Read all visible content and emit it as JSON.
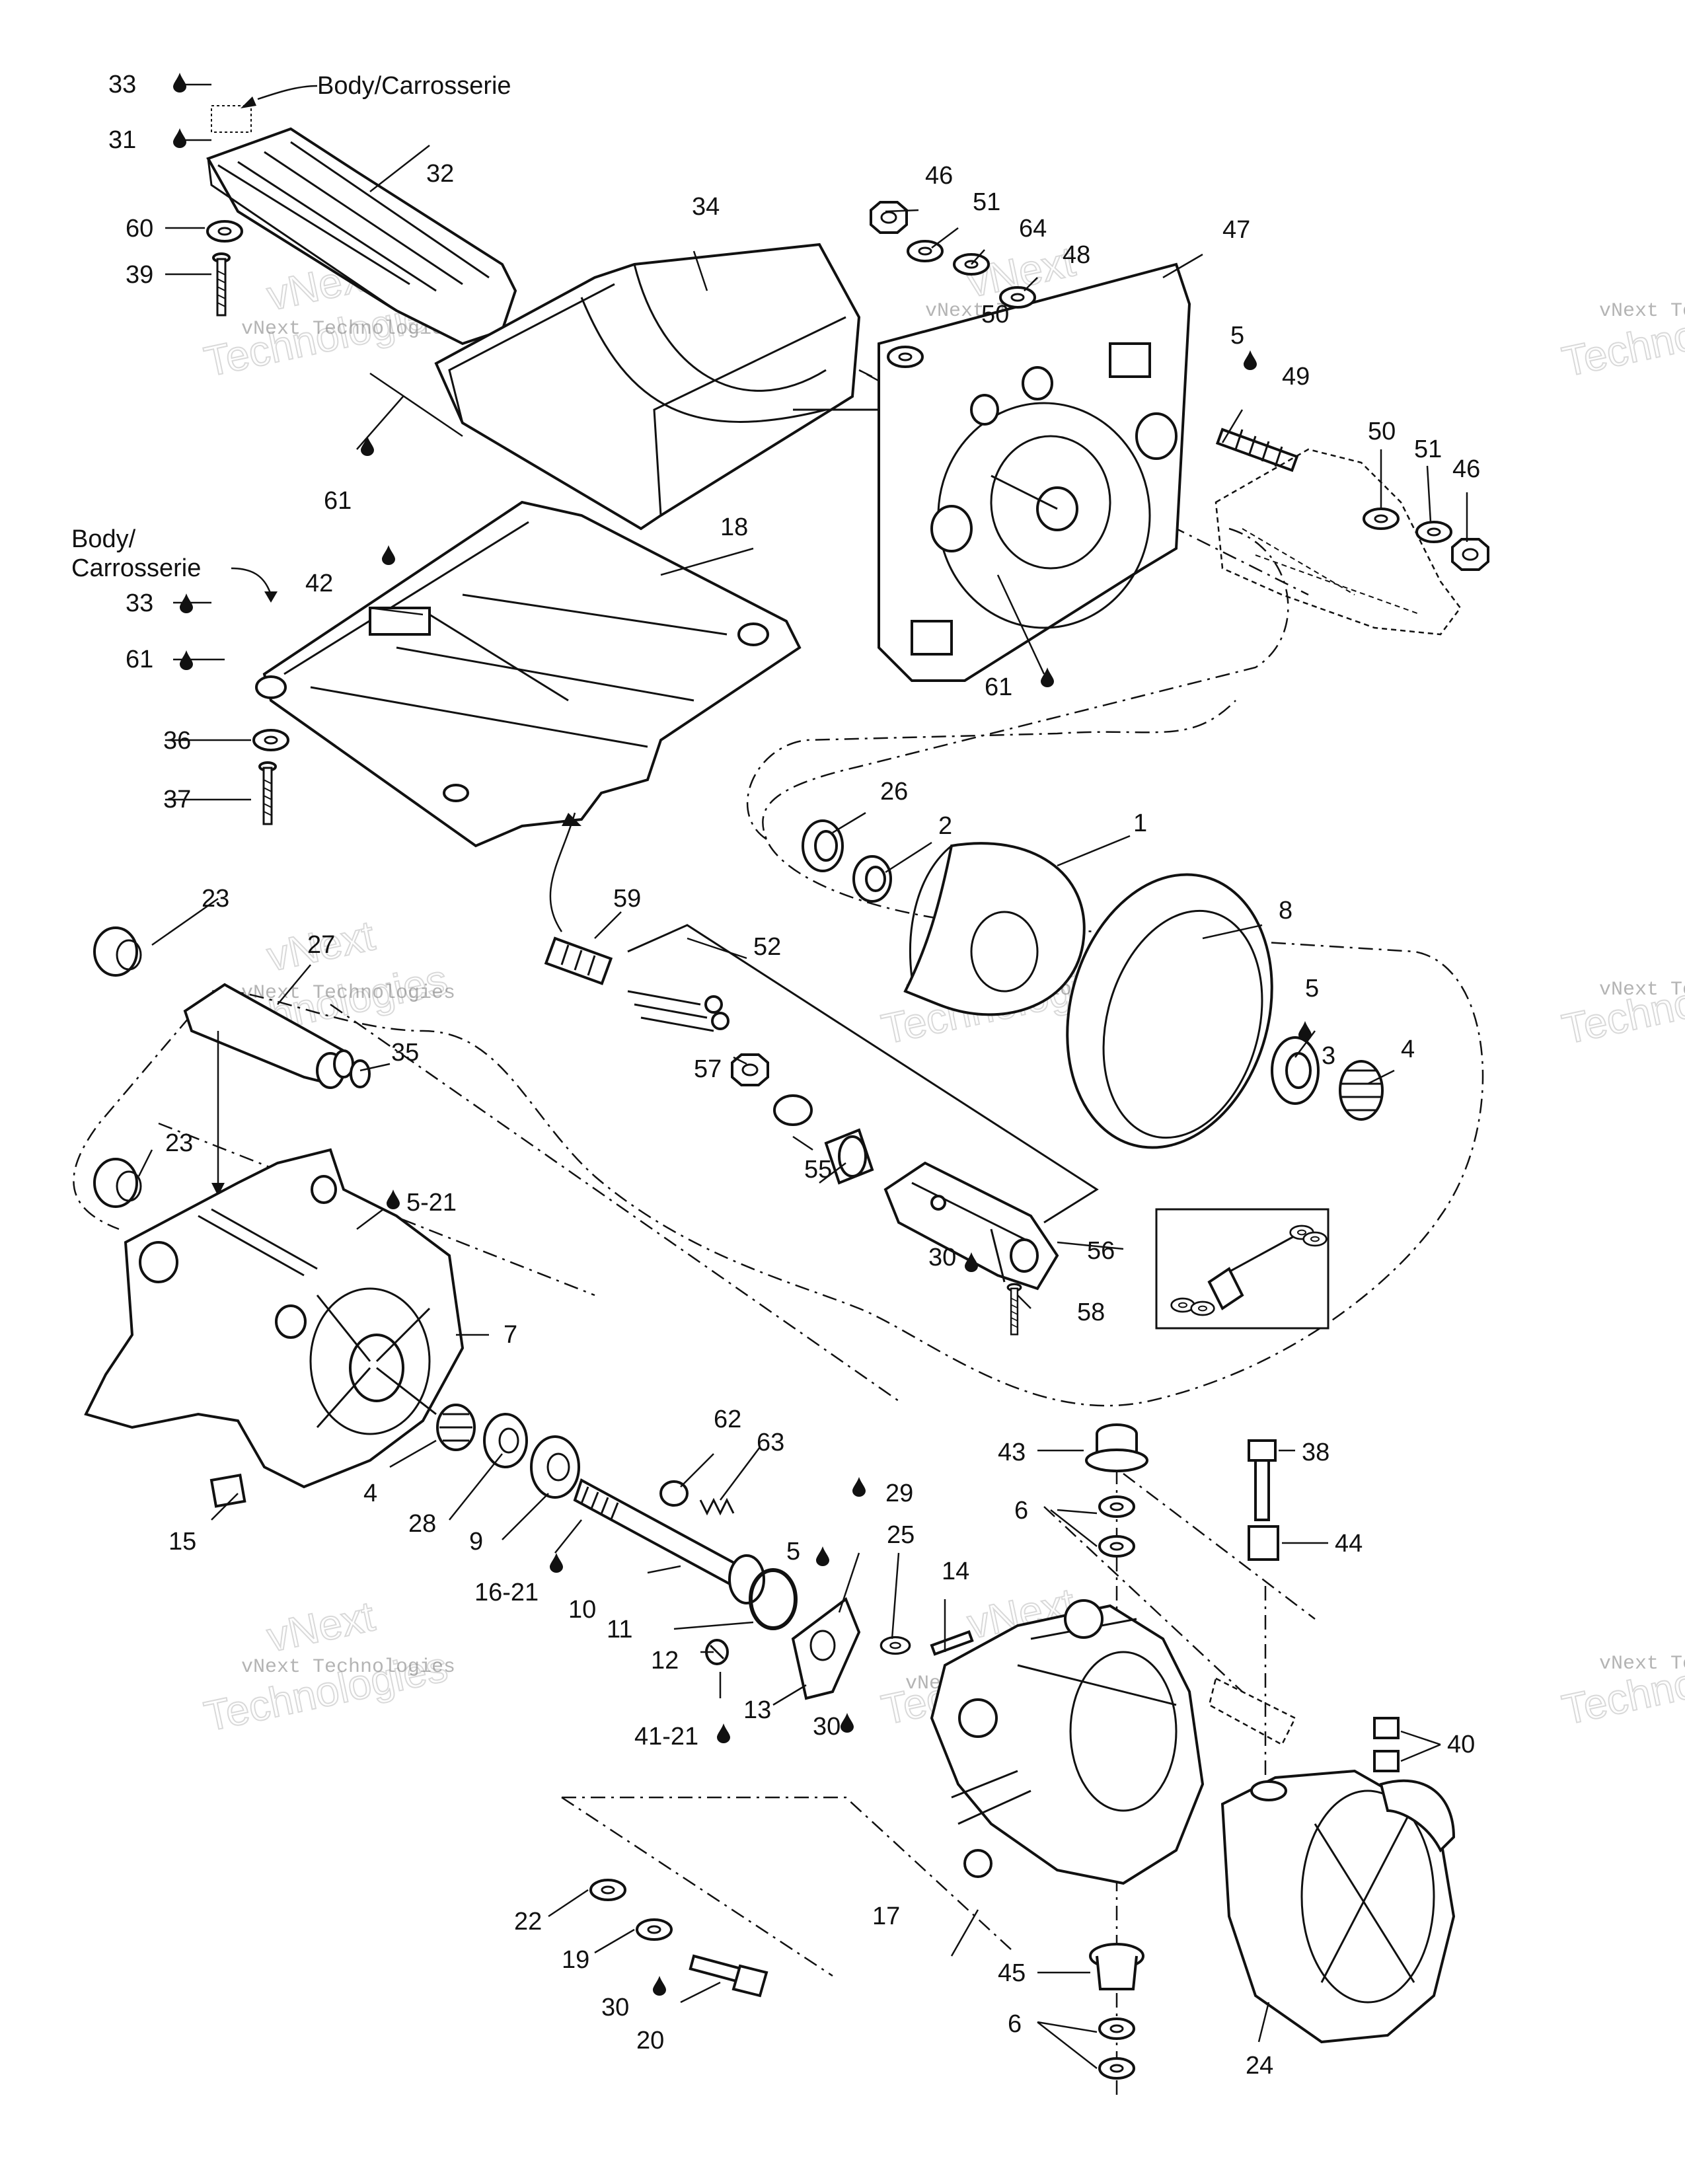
{
  "labels": {
    "body_top": "Body/Carrosserie",
    "body_left_1": "Body/",
    "body_left_2": "Carrosserie"
  },
  "callouts": [
    {
      "id": "c33a",
      "text": "33"
    },
    {
      "id": "c31",
      "text": "31"
    },
    {
      "id": "c32",
      "text": "32"
    },
    {
      "id": "c60",
      "text": "60"
    },
    {
      "id": "c39",
      "text": "39"
    },
    {
      "id": "c34",
      "text": "34"
    },
    {
      "id": "c61a",
      "text": "61"
    },
    {
      "id": "c18",
      "text": "18"
    },
    {
      "id": "c42",
      "text": "42"
    },
    {
      "id": "c33b",
      "text": "33"
    },
    {
      "id": "c61b",
      "text": "61"
    },
    {
      "id": "c36",
      "text": "36"
    },
    {
      "id": "c37",
      "text": "37"
    },
    {
      "id": "c46a",
      "text": "46"
    },
    {
      "id": "c51a",
      "text": "51"
    },
    {
      "id": "c64",
      "text": "64"
    },
    {
      "id": "c48",
      "text": "48"
    },
    {
      "id": "c50a",
      "text": "50"
    },
    {
      "id": "c47",
      "text": "47"
    },
    {
      "id": "c5a",
      "text": "5"
    },
    {
      "id": "c49",
      "text": "49"
    },
    {
      "id": "c50b",
      "text": "50"
    },
    {
      "id": "c51b",
      "text": "51"
    },
    {
      "id": "c46b",
      "text": "46"
    },
    {
      "id": "c61c",
      "text": "61"
    },
    {
      "id": "c26",
      "text": "26"
    },
    {
      "id": "c2",
      "text": "2"
    },
    {
      "id": "c1",
      "text": "1"
    },
    {
      "id": "c8",
      "text": "8"
    },
    {
      "id": "c5b",
      "text": "5"
    },
    {
      "id": "c3",
      "text": "3"
    },
    {
      "id": "c4a",
      "text": "4"
    },
    {
      "id": "c59",
      "text": "59"
    },
    {
      "id": "c52",
      "text": "52"
    },
    {
      "id": "c57",
      "text": "57"
    },
    {
      "id": "c55",
      "text": "55"
    },
    {
      "id": "c56",
      "text": "56"
    },
    {
      "id": "c30a",
      "text": "30"
    },
    {
      "id": "c58",
      "text": "58"
    },
    {
      "id": "c23a",
      "text": "23"
    },
    {
      "id": "c27",
      "text": "27"
    },
    {
      "id": "c35",
      "text": "35"
    },
    {
      "id": "c23b",
      "text": "23"
    },
    {
      "id": "c5-21",
      "text": "5-21"
    },
    {
      "id": "c7",
      "text": "7"
    },
    {
      "id": "c4b",
      "text": "4"
    },
    {
      "id": "c28",
      "text": "28"
    },
    {
      "id": "c9",
      "text": "9"
    },
    {
      "id": "c15",
      "text": "15"
    },
    {
      "id": "c16-21",
      "text": "16-21"
    },
    {
      "id": "c10",
      "text": "10"
    },
    {
      "id": "c62",
      "text": "62"
    },
    {
      "id": "c63",
      "text": "63"
    },
    {
      "id": "c11",
      "text": "11"
    },
    {
      "id": "c12",
      "text": "12"
    },
    {
      "id": "c41-21",
      "text": "41-21"
    },
    {
      "id": "c13",
      "text": "13"
    },
    {
      "id": "c5c",
      "text": "5"
    },
    {
      "id": "c29",
      "text": "29"
    },
    {
      "id": "c25",
      "text": "25"
    },
    {
      "id": "c14",
      "text": "14"
    },
    {
      "id": "c30b",
      "text": "30"
    },
    {
      "id": "c43",
      "text": "43"
    },
    {
      "id": "c6a",
      "text": "6"
    },
    {
      "id": "c38",
      "text": "38"
    },
    {
      "id": "c44",
      "text": "44"
    },
    {
      "id": "c40",
      "text": "40"
    },
    {
      "id": "c17",
      "text": "17"
    },
    {
      "id": "c45",
      "text": "45"
    },
    {
      "id": "c6b",
      "text": "6"
    },
    {
      "id": "c24",
      "text": "24"
    },
    {
      "id": "c22",
      "text": "22"
    },
    {
      "id": "c19",
      "text": "19"
    },
    {
      "id": "c30c",
      "text": "30"
    },
    {
      "id": "c20",
      "text": "20"
    }
  ],
  "watermark": {
    "line1": "vNext Technologies",
    "line2": "Technologies",
    "line3": "vNext"
  }
}
